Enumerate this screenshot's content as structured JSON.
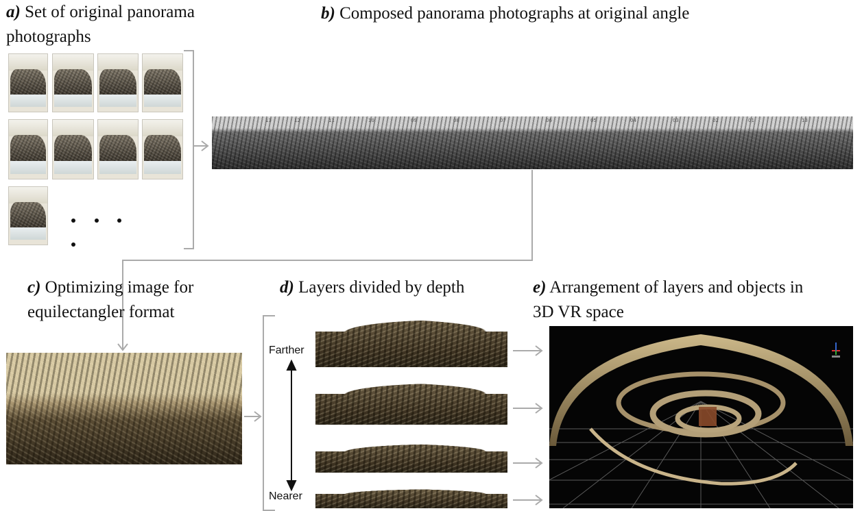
{
  "panel_a": {
    "letter": "a)",
    "caption_line1": "Set of original panorama",
    "caption_line2": "photographs"
  },
  "panel_b": {
    "letter": "b)",
    "caption": "Composed panorama  photographs  at original angle"
  },
  "panel_c": {
    "letter": "c)",
    "caption_line1": "Optimizing  image  for",
    "caption_line2": "equilectangler format"
  },
  "panel_d": {
    "letter": "d)",
    "caption": "Layers divided  by depth",
    "farther_label": "Farther",
    "nearer_label": "Nearer"
  },
  "panel_e": {
    "letter": "e)",
    "caption_line1": "Arrangement  of layers and objects in",
    "caption_line2": "3D VR  space"
  },
  "colors": {
    "arrow": "#aaaaaa",
    "vr_background": "#050505",
    "grid": "#6a6a6a"
  }
}
